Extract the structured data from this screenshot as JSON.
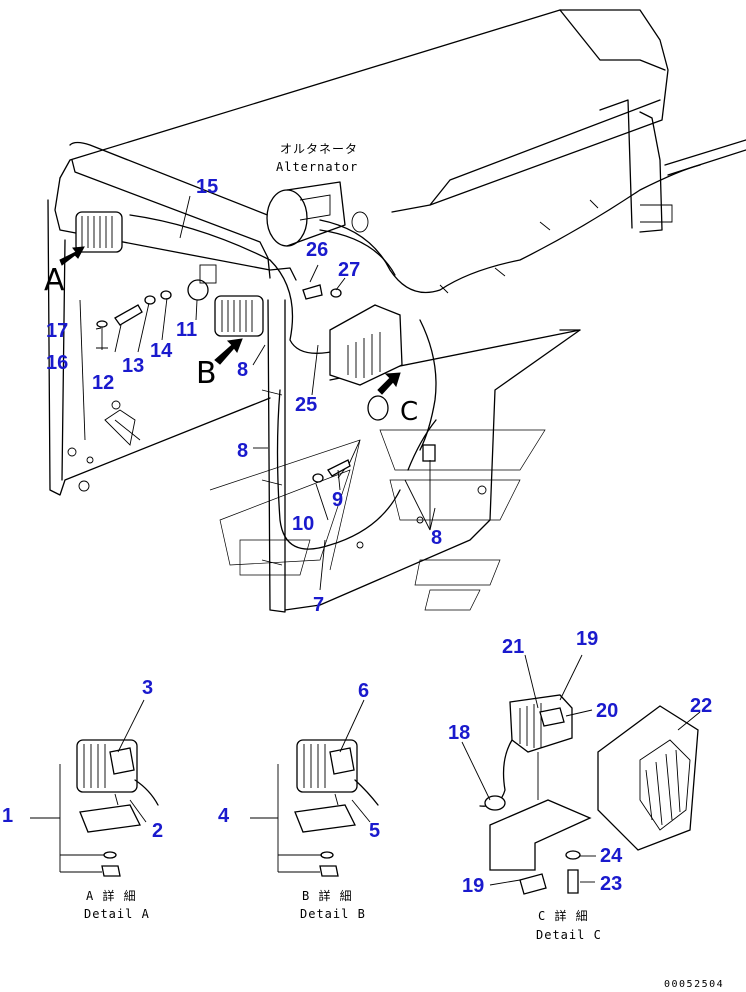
{
  "labels": {
    "alternator_jp": "オルタネータ",
    "alternator_en": "Alternator",
    "view_a": "A",
    "view_b": "B",
    "view_c": "C",
    "detail_a_jp": "A 詳 細",
    "detail_a_en": "Detail A",
    "detail_b_jp": "B 詳 細",
    "detail_b_en": "Detail B",
    "detail_c_jp": "C 詳 細",
    "detail_c_en": "Detail C",
    "drawing_code": "00052504"
  },
  "callouts": {
    "n1": "1",
    "n2": "2",
    "n3": "3",
    "n4": "4",
    "n5": "5",
    "n6": "6",
    "n7": "7",
    "n8a": "8",
    "n8b": "8",
    "n8c": "8",
    "n9": "9",
    "n10": "10",
    "n11": "11",
    "n12": "12",
    "n13": "13",
    "n14": "14",
    "n15": "15",
    "n16": "16",
    "n17": "17",
    "n18": "18",
    "n19a": "19",
    "n19b": "19",
    "n20": "20",
    "n21": "21",
    "n22": "22",
    "n23": "23",
    "n24": "24",
    "n25": "25",
    "n26": "26",
    "n27": "27"
  },
  "colors": {
    "callout": "#1a1acd",
    "line": "#000000",
    "background": "#ffffff"
  }
}
